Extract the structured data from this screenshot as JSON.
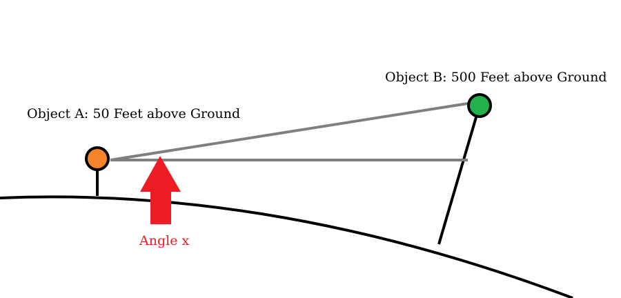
{
  "object_a": {
    "label": "Object A:  50 Feet above Ground",
    "color": "#f5832a"
  },
  "object_b": {
    "label": "Object B:  500 Feet above Ground",
    "color": "#22b14c"
  },
  "angle": {
    "label": "Angle x",
    "color": "#ed1c24"
  },
  "colors": {
    "sight_line": "#7f7f7f",
    "ground": "#000000",
    "support": "#000000"
  }
}
